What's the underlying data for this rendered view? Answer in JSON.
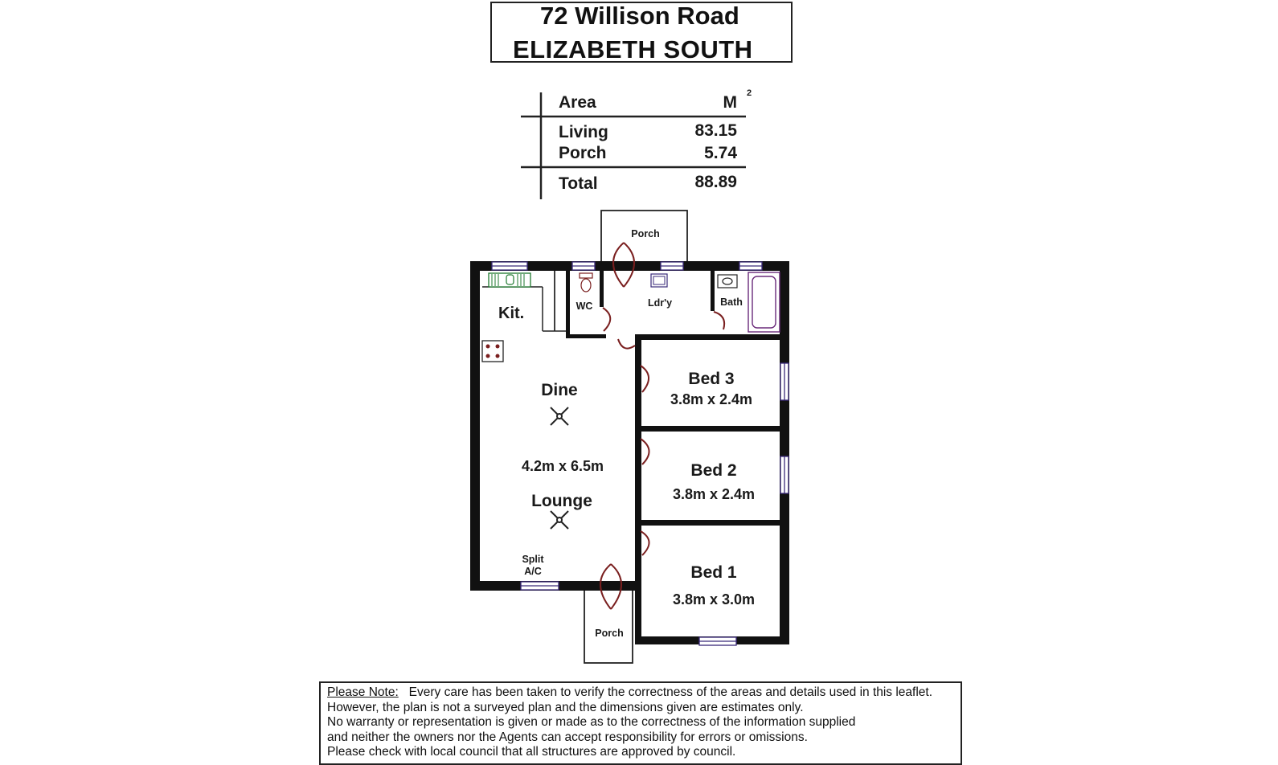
{
  "title": {
    "line1": "72 Willison Road",
    "line2": "ELIZABETH SOUTH"
  },
  "area_table": {
    "header_label": "Area",
    "header_unit": "M",
    "header_unit_sup": "2",
    "rows": [
      {
        "label": "Living",
        "value": "83.15"
      },
      {
        "label": "Porch",
        "value": "5.74"
      }
    ],
    "total": {
      "label": "Total",
      "value": "88.89"
    }
  },
  "rooms": {
    "porch_top": "Porch",
    "porch_bottom": "Porch",
    "kitchen": "Kit.",
    "wc": "WC",
    "laundry": "Ldr'y",
    "bath": "Bath",
    "dine": "Dine",
    "living_dims": "4.2m x 6.5m",
    "lounge": "Lounge",
    "split_ac_1": "Split",
    "split_ac_2": "A/C",
    "bed3": "Bed 3",
    "bed3_dims": "3.8m x 2.4m",
    "bed2": "Bed 2",
    "bed2_dims": "3.8m x 2.4m",
    "bed1": "Bed 1",
    "bed1_dims": "3.8m x 3.0m"
  },
  "note": {
    "heading": "Please Note:",
    "line1": "Every care has been taken to verify the correctness of the areas and details used in this leaflet.",
    "line2": "However, the plan is not a surveyed plan and the dimensions given are estimates only.",
    "line3": "No warranty or representation is given or made as to the correctness of the information supplied",
    "line4": "and neither the owners nor the Agents can accept responsibility for errors or omissions.",
    "line5": "Please check with local council that all structures are approved by council."
  },
  "colors": {
    "wall": "#111111",
    "door": "#7a1f1f",
    "window": "#3a2a7a",
    "bath": "#6a2a7a",
    "sink": "#1f7a2f"
  }
}
